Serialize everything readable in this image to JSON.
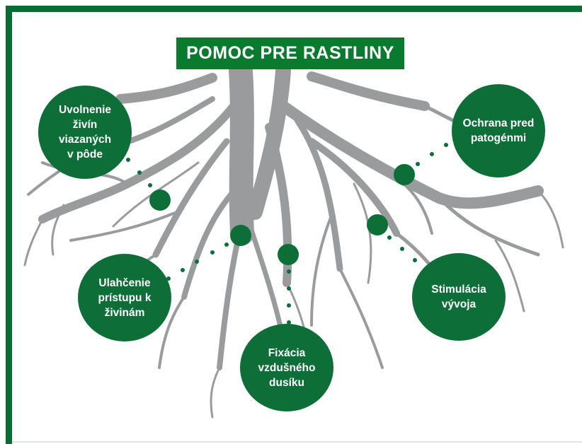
{
  "title": "POMOC PRE RASTLINY",
  "colors": {
    "frame": "#0a6b34",
    "title_bg": "#0a7a2e",
    "bubble": "#0d6e38",
    "roots": "#9a9b9d",
    "dots": "#0d6e38"
  },
  "nodes": [
    {
      "id": "uvolnenie",
      "label": "Uvolnenie\nživín viazaných\nv pôde"
    },
    {
      "id": "ochrana",
      "label": "Ochrana pred\npatogénmi"
    },
    {
      "id": "ulahcenie",
      "label": "Ulahčenie\nprístupu k\nživinám"
    },
    {
      "id": "stimulacia",
      "label": "Stimulácia\nvývoja"
    },
    {
      "id": "fixacia",
      "label": "Fixácia\nvzdušného\ndusíku"
    }
  ]
}
